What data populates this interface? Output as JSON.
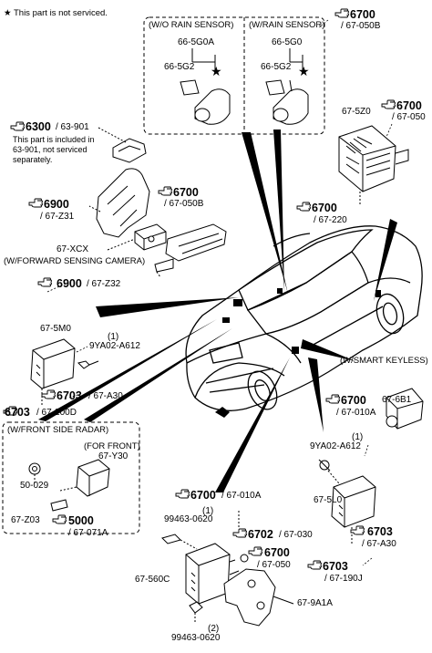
{
  "header_note": "★ This part is not serviced.",
  "boxes": {
    "wo_rain": "(W/O RAIN SENSOR)",
    "w_rain": "(W/RAIN SENSOR)",
    "forward_camera": "(W/FORWARD SENSING CAMERA)",
    "smart_keyless": "(W/SMART KEYLESS)",
    "front_side_radar": "(W/FRONT SIDE RADAR)",
    "for_front": "(FOR FRONT)"
  },
  "callouts": {
    "c6700_top": {
      "num": "6700",
      "ref": "/ 67-050B"
    },
    "c6300": {
      "num": "6300",
      "ref": "/ 63-901"
    },
    "c6300_note": "This part is included in  63-901, not serviced separately.",
    "c6900_upper": {
      "num": "6900",
      "ref": "/ 67-Z31"
    },
    "c6700_mid": {
      "num": "6700",
      "ref": "/ 67-050B"
    },
    "c6700_right": {
      "num": "6700",
      "ref": "/ 67-050"
    },
    "c6700_220": {
      "num": "6700",
      "ref": "/ 67-220"
    },
    "c6900_lower": {
      "num": "6900",
      "ref": "/ 67-Z32"
    },
    "c6703_a30_left": {
      "num": "6703",
      "ref": "/ 67-A30"
    },
    "c6703_200d": {
      "num": "6703",
      "ref": "/ 67-200D"
    },
    "c6700_010a_right": {
      "num": "6700",
      "ref": "/ 67-010A"
    },
    "c5000": {
      "num": "5000",
      "ref": "/ 67-071A"
    },
    "c6700_010a_bottom": {
      "num": "6700",
      "ref": "/ 67-010A"
    },
    "c6702": {
      "num": "6702",
      "ref": "/ 67-030"
    },
    "c6700_050_bottom": {
      "num": "6700",
      "ref": "/ 67-050"
    },
    "c6703_a30_right": {
      "num": "6703",
      "ref": "/ 67-A30"
    },
    "c6703_190j": {
      "num": "6703",
      "ref": "/ 67-190J"
    }
  },
  "parts": {
    "p66_5g0a": "66-5G0A",
    "p66_5g2_left": "66-5G2",
    "p66_5g0": "66-5G0",
    "p66_5g2_right": "66-5G2",
    "p67_5z0": "67-5Z0",
    "p67_xcx": "67-XCX",
    "p67_5m0": "67-5M0",
    "p9ya02_left_idx": "(1)",
    "p9ya02_left": "9YA02-A612",
    "p67_6b1": "67-6B1",
    "p9ya02_right_idx": "(1)",
    "p9ya02_right": "9YA02-A612",
    "p67_y30": "67-Y30",
    "p50_029": "50-029",
    "p67_z03": "67-Z03",
    "p67_5l0": "67-5L0",
    "p99463_top_idx": "(1)",
    "p99463_top": "99463-0620",
    "p67_560c": "67-560C",
    "p67_9a1a": "67-9A1A",
    "p99463_bot_idx": "(2)",
    "p99463_bot": "99463-0620"
  }
}
